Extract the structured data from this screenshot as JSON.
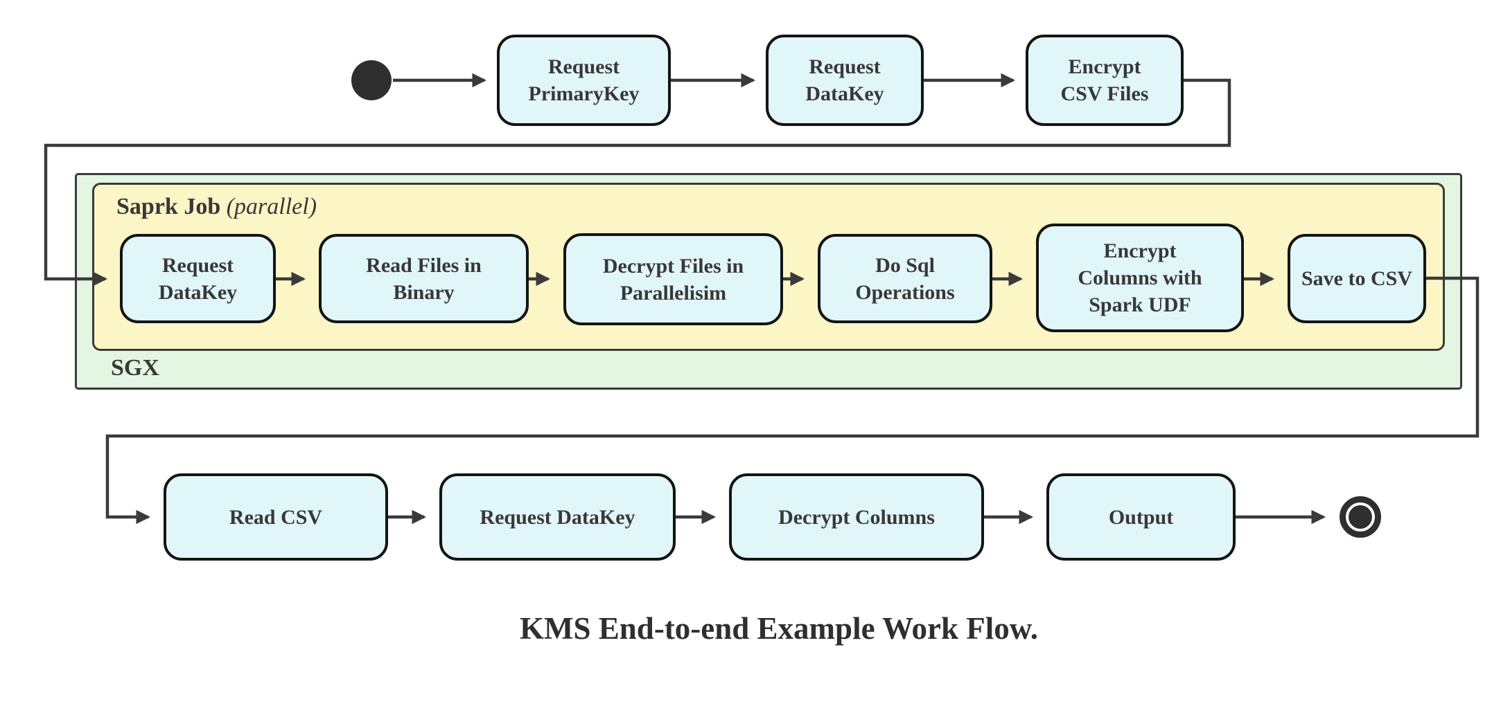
{
  "diagram": {
    "caption": "KMS End-to-end Example Work Flow.",
    "containers": {
      "spark_job": {
        "label": "Saprk Job",
        "qualifier": "(parallel)"
      },
      "sgx": {
        "label": "SGX"
      }
    },
    "nodes": {
      "top": [
        {
          "id": "request-primarykey",
          "lines": [
            "Request",
            "PrimaryKey"
          ]
        },
        {
          "id": "request-datakey",
          "lines": [
            "Request",
            "DataKey"
          ]
        },
        {
          "id": "encrypt-csv-files",
          "lines": [
            "Encrypt",
            "CSV Files"
          ]
        }
      ],
      "spark": [
        {
          "id": "sgx-request-datakey",
          "lines": [
            "Request",
            "DataKey"
          ]
        },
        {
          "id": "read-files-in-binary",
          "lines": [
            "Read Files in",
            "Binary"
          ]
        },
        {
          "id": "decrypt-files-in-parallelisim",
          "lines": [
            "Decrypt Files in",
            "Parallelisim"
          ]
        },
        {
          "id": "do-sql-operations",
          "lines": [
            "Do Sql",
            "Operations"
          ]
        },
        {
          "id": "encrypt-columns-with-spark-udf",
          "lines": [
            "Encrypt",
            "Columns with",
            "Spark UDF"
          ]
        },
        {
          "id": "save-to-csv",
          "lines": [
            "Save to CSV"
          ]
        }
      ],
      "bottom": [
        {
          "id": "read-csv",
          "lines": [
            "Read CSV"
          ]
        },
        {
          "id": "bottom-request-datakey",
          "lines": [
            "Request DataKey"
          ]
        },
        {
          "id": "decrypt-columns",
          "lines": [
            "Decrypt Columns"
          ]
        },
        {
          "id": "output",
          "lines": [
            "Output"
          ]
        }
      ]
    },
    "terminals": {
      "start": "initial-state",
      "end": "final-state"
    },
    "colors": {
      "node_fill": "#e1f6f9",
      "node_border": "#141414",
      "spark_fill": "#fcf5c5",
      "sgx_fill": "#e2f6e2",
      "container_border": "#3a3a3a",
      "edge": "#3a3a3a",
      "text": "#383838",
      "terminal": "#2f2f2f"
    }
  }
}
